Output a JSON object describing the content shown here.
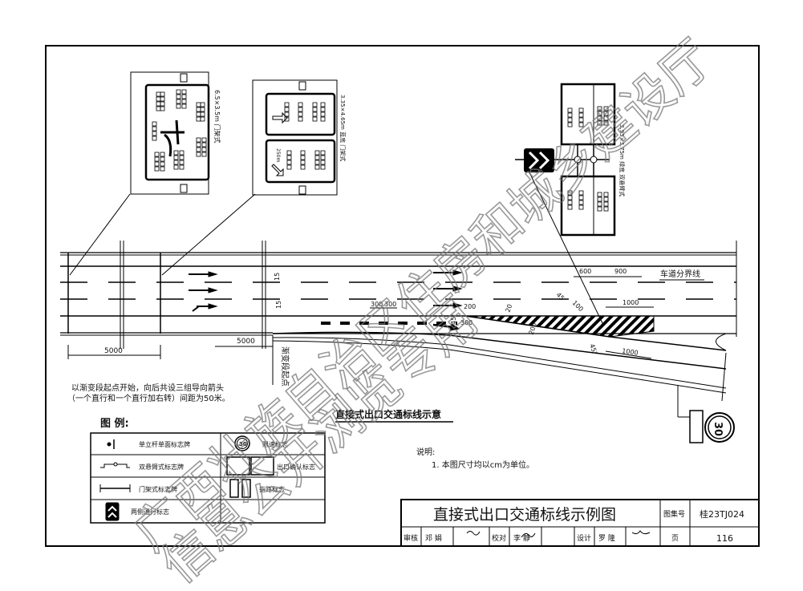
{
  "drawing": {
    "title": "直接式出口交通标线示例图",
    "atlas_label": "图集号",
    "atlas_no": "桂23TJ024",
    "page_label": "页",
    "page_no": "116",
    "review_label": "审核",
    "reviewer": "邓 娟",
    "check_label": "校对",
    "checker": "李 静",
    "design_label": "设计",
    "designer": "罗 隆"
  },
  "plan": {
    "subtitle": "直接式出口交通标线示意",
    "lane_divider_label": "车道分界线",
    "taper_start_label": "渐变段起点",
    "arrow_note_1": "以渐变段起点开始，向后共设三组导向箭头",
    "arrow_note_2": "（一个直行和一个直行加右转）间距为50米。",
    "dims": {
      "d5000a": "5000",
      "d5000b": "5000",
      "d15a": "15",
      "d15b": "15",
      "d300a": "300",
      "d300b": "300",
      "d200": "200",
      "d300c": "300",
      "d20a": "20",
      "d20b": "200",
      "d45a": "45",
      "d100": "100",
      "d45b": "45°",
      "d45c": "45°",
      "d600": "600",
      "d900": "900",
      "d1000a": "1000",
      "d1000b": "1000"
    },
    "speed_limit": "30"
  },
  "signs": {
    "sign1_spec": "6.5×3.5m  门架式",
    "sign2_spec": "3.35×4.65m 蓝底 门架式",
    "sign2_distance": "250m",
    "sign3_spec": "3.95×3.75m 绿底 双悬臂式"
  },
  "notes": {
    "heading": "说明:",
    "item1": "1. 本图尺寸均以cm为单位。"
  },
  "legend": {
    "heading": "图 例:",
    "items": [
      {
        "label": "单立杆单面标志牌"
      },
      {
        "label": "限速标志"
      },
      {
        "label": "双悬臂式标志牌"
      },
      {
        "label": "出口确认标志"
      },
      {
        "label": "门架式标志牌"
      },
      {
        "label": "指路标志"
      },
      {
        "label": "两侧通行标志"
      }
    ],
    "speed_icon_text": "30"
  },
  "watermark": {
    "line1": "广西壮族自治区住房和城乡建设厅",
    "line2": "信息公开浏览专用"
  }
}
